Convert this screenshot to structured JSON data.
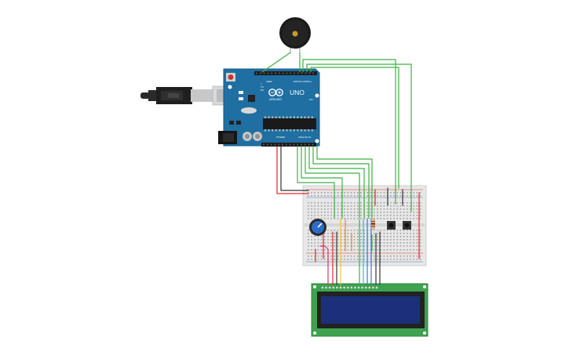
{
  "arduino": {
    "model_label": "UNO",
    "brand_label": "ARDUINO",
    "digital_header_label": "DIGITAL (PWM~)",
    "power_header_label": "POWER",
    "analog_header_label": "ANALOG IN",
    "aref_label": "AREF",
    "gnd_label": "GND",
    "tx_label": "TX",
    "rx_label": "RX",
    "l_label": "L",
    "on_label": "ON",
    "board_color": "#1f6fa3"
  },
  "wire_colors": {
    "signal": "#3cb043",
    "power": "#e0282f",
    "ground": "#333333",
    "yellow": "#f3c22f",
    "orange": "#f08a24",
    "blue": "#2e7bd6",
    "cyan": "#33b5e5",
    "pink": "#d6337c"
  },
  "lcd": {
    "screen_color": "#1c2f7a",
    "pcb_color": "#3ea24f"
  }
}
